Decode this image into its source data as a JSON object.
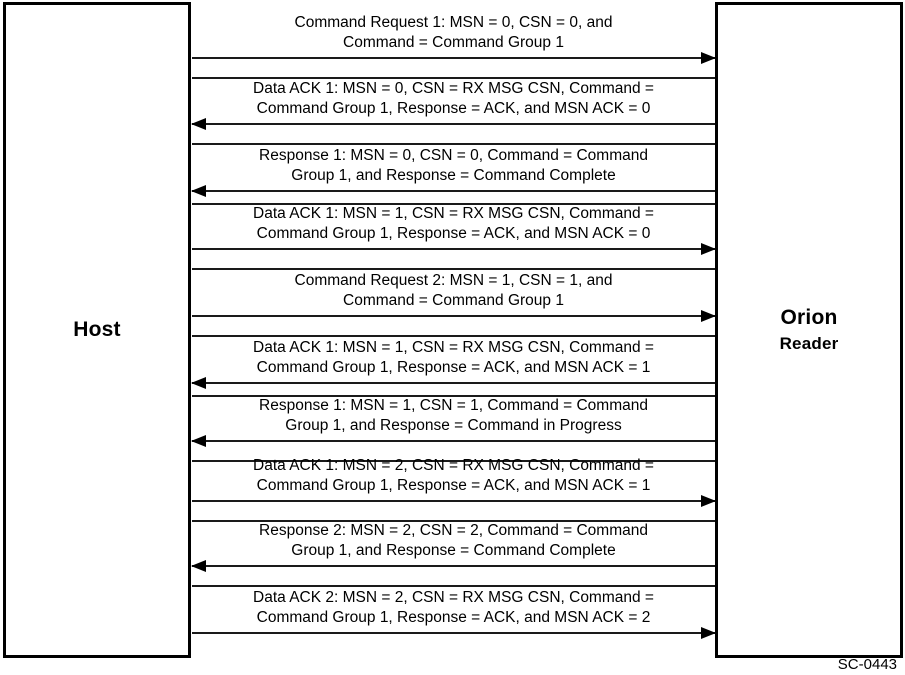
{
  "diagram": {
    "type": "sequence-diagram",
    "footer_code": "SC-0443",
    "lifelines": {
      "left": {
        "name": "Host",
        "label_primary": "Host",
        "label_secondary": ""
      },
      "right": {
        "name": "Orion Reader",
        "label_primary": "Orion",
        "label_secondary": "Reader"
      }
    },
    "messages": [
      {
        "index": 1,
        "direction": "right",
        "from": "Host",
        "to": "Orion Reader",
        "text": "Command Request 1: MSN = 0, CSN = 0, and\nCommand = Command Group 1"
      },
      {
        "index": 2,
        "direction": "left",
        "from": "Orion Reader",
        "to": "Host",
        "text": "Data ACK 1: MSN = 0, CSN = RX MSG CSN, Command =\nCommand Group 1, Response = ACK, and MSN ACK = 0"
      },
      {
        "index": 3,
        "direction": "left",
        "from": "Orion Reader",
        "to": "Host",
        "text": "Response 1: MSN = 0, CSN = 0, Command = Command\nGroup 1, and Response = Command Complete"
      },
      {
        "index": 4,
        "direction": "right",
        "from": "Host",
        "to": "Orion Reader",
        "text": "Data ACK 1: MSN = 1, CSN = RX MSG CSN, Command =\nCommand Group 1, Response = ACK, and MSN ACK = 0"
      },
      {
        "index": 5,
        "direction": "right",
        "from": "Host",
        "to": "Orion Reader",
        "text": "Command Request 2: MSN = 1, CSN = 1, and\nCommand = Command Group 1"
      },
      {
        "index": 6,
        "direction": "left",
        "from": "Orion Reader",
        "to": "Host",
        "text": "Data ACK 1: MSN = 1, CSN = RX MSG CSN, Command =\nCommand Group 1, Response = ACK, and MSN ACK = 1"
      },
      {
        "index": 7,
        "direction": "left",
        "from": "Orion Reader",
        "to": "Host",
        "text": "Response 1: MSN = 1, CSN = 1, Command = Command\nGroup 1, and Response = Command in Progress"
      },
      {
        "index": 8,
        "direction": "right",
        "from": "Host",
        "to": "Orion Reader",
        "text": "Data ACK 1: MSN = 2, CSN = RX MSG CSN, Command =\nCommand Group 1, Response = ACK, and MSN ACK = 1"
      },
      {
        "index": 9,
        "direction": "left",
        "from": "Orion Reader",
        "to": "Host",
        "text": "Response 2: MSN = 2, CSN = 2, Command = Command\nGroup 1, and Response = Command Complete"
      },
      {
        "index": 10,
        "direction": "right",
        "from": "Host",
        "to": "Orion Reader",
        "text": "Data ACK 2: MSN = 2, CSN = RX MSG CSN, Command =\nCommand Group 1, Response = ACK, and MSN ACK = 2"
      }
    ]
  }
}
